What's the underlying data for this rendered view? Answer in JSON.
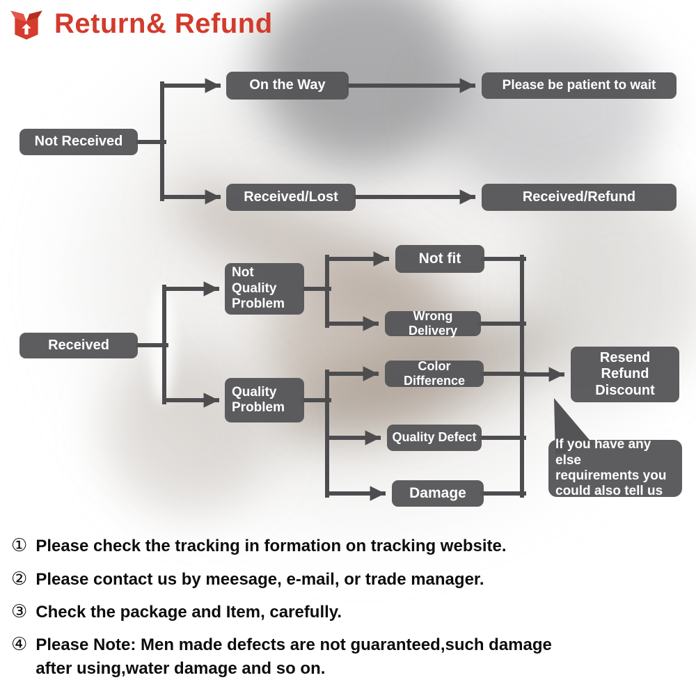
{
  "header": {
    "title": "Return& Refund",
    "icon": "package-icon",
    "accent_color": "#d23b2c"
  },
  "flow_top": {
    "not_received": "Not Received",
    "on_the_way": "On the Way",
    "patient": "Please be patient to wait",
    "received_lost": "Received/Lost",
    "received_refund": "Received/Refund"
  },
  "flow_bottom": {
    "received": "Received",
    "not_quality_problem": "Not\nQuality\nProblem",
    "quality_problem": "Quality\nProblem",
    "not_fit": "Not fit",
    "wrong_delivery": "Wrong Delivery",
    "color_difference": "Color Difference",
    "quality_defect": "Quality Defect",
    "damage": "Damage",
    "resolution": "Resend\nRefund\nDiscount",
    "bubble": "If you have any else\nrequirements you\ncould also tell us"
  },
  "notes": [
    {
      "num": "①",
      "text": "Please check the tracking in formation on tracking website."
    },
    {
      "num": "②",
      "text": "Please contact us by meesage, e-mail, or trade manager."
    },
    {
      "num": "③",
      "text": "Check the package and Item, carefully."
    },
    {
      "num": "④",
      "text": "Please Note: Men made defects  are not guaranteed,such damage\nafter using,water damage and so on."
    }
  ],
  "colors": {
    "box": "#545457",
    "connector": "#4d4d50",
    "accent": "#d23b2c"
  }
}
